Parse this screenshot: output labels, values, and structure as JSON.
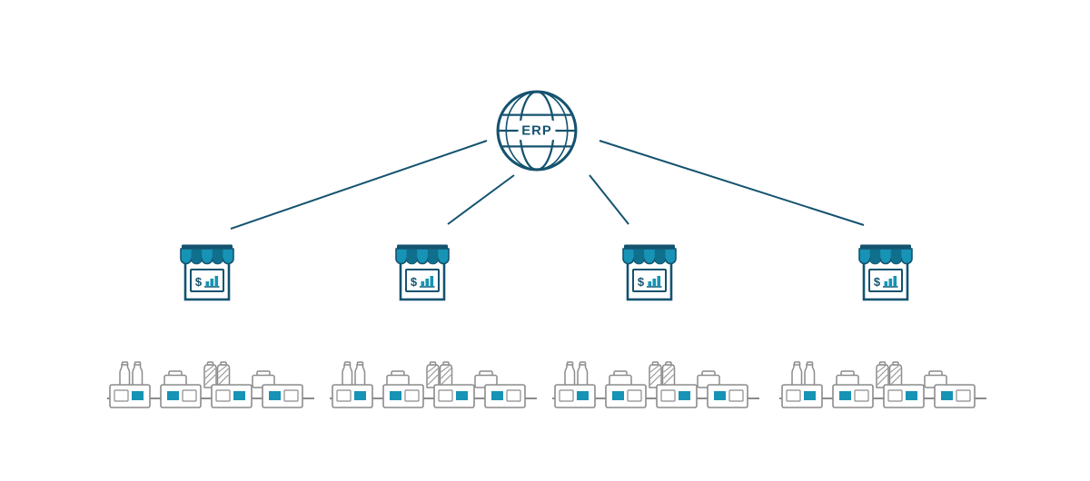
{
  "colors": {
    "navy": "#14536f",
    "teal": "#1793b5",
    "teal_dark": "#0f6f8c",
    "gray": "#8c8c8c",
    "background": "#ffffff"
  },
  "erp_hub": {
    "label": "ERP"
  },
  "store_sign": {
    "symbol": "$"
  },
  "structure": {
    "store_count": 4,
    "shelf_row_count": 4,
    "connector_count": 4
  }
}
